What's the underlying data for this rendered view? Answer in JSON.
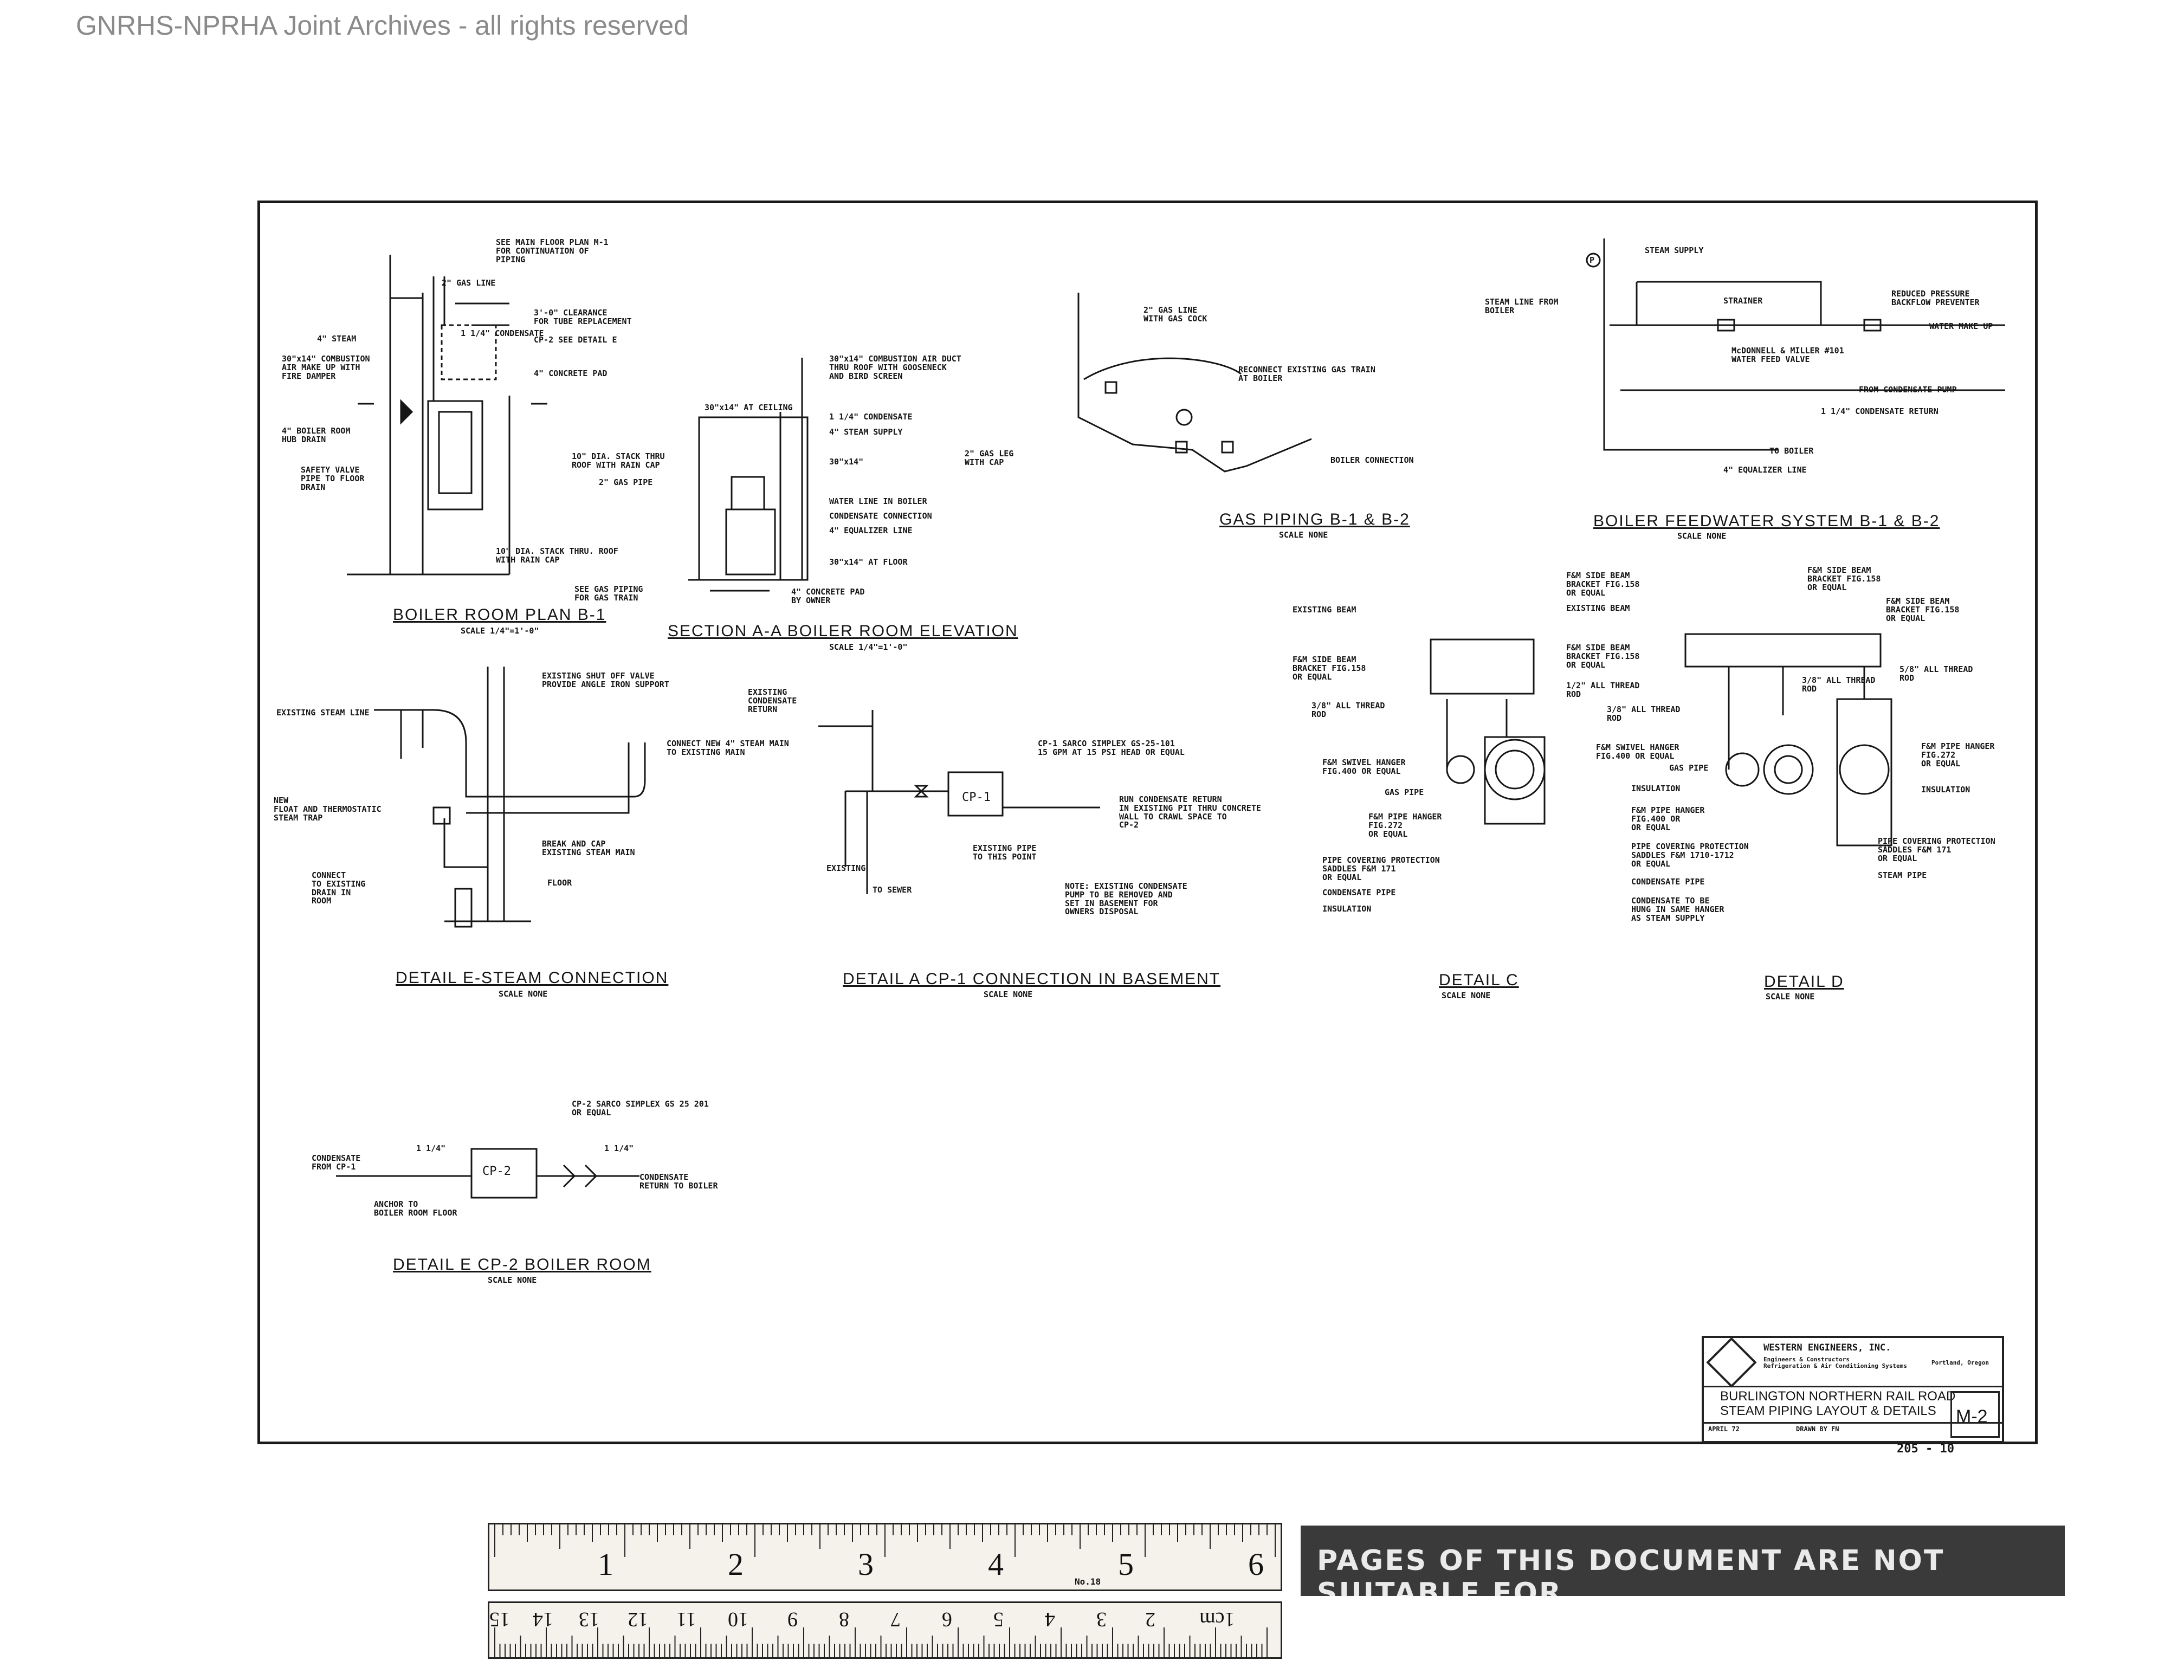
{
  "watermark": "GNRHS-NPRHA Joint Archives - all rights reserved",
  "titles": {
    "plan": "BOILER ROOM PLAN B-1",
    "plan_scale": "SCALE 1/4\"=1'-0\"",
    "section": "SECTION A-A BOILER ROOM ELEVATION",
    "section_scale": "SCALE 1/4\"=1'-0\"",
    "gas": "GAS PIPING B-1 & B-2",
    "gas_scale": "SCALE NONE",
    "feed": "BOILER FEEDWATER SYSTEM B-1 & B-2",
    "feed_scale": "SCALE NONE",
    "detail_e_steam": "DETAIL E-STEAM CONNECTION",
    "detail_e_steam_scale": "SCALE NONE",
    "detail_a": "DETAIL A CP-1 CONNECTION IN BASEMENT",
    "detail_a_scale": "SCALE NONE",
    "detail_c": "DETAIL C",
    "detail_c_scale": "SCALE NONE",
    "detail_d": "DETAIL D",
    "detail_d_scale": "SCALE NONE",
    "detail_e_cp2": "DETAIL E CP-2 BOILER ROOM",
    "detail_e_cp2_scale": "SCALE NONE"
  },
  "plan_labels": {
    "see_main": "SEE MAIN FLOOR PLAN M-1\nFOR CONTINUATION OF\nPIPING",
    "gas_line": "2\" GAS LINE",
    "clearance": "3'-0\" CLEARANCE\nFOR TUBE REPLACEMENT",
    "condensate": "1 1/4\" CONDENSATE",
    "cp2_see": "CP-2 SEE DETAIL E",
    "steam": "4\" STEAM",
    "combustion": "30\"x14\" COMBUSTION\nAIR MAKE UP WITH\nFIRE DAMPER",
    "concrete": "4\" CONCRETE PAD",
    "hub_drain": "4\" BOILER ROOM\nHUB DRAIN",
    "safety": "SAFETY VALVE\nPIPE TO FLOOR\nDRAIN",
    "stack": "10\" DIA. STACK THRU. ROOF\nWITH RAIN CAP"
  },
  "section_labels": {
    "air_duct": "30\"x14\" COMBUSTION AIR DUCT\nTHRU ROOF WITH GOOSENECK\nAND BIRD SCREEN",
    "at_ceiling": "30\"x14\" AT CEILING",
    "condensate": "1 1/4\" CONDENSATE",
    "steam_supply": "4\" STEAM SUPPLY",
    "dim": "30\"x14\"",
    "stack": "10\" DIA. STACK THRU\nROOF WITH RAIN CAP",
    "gas_pipe": "2\" GAS PIPE",
    "water_line": "WATER LINE IN BOILER",
    "cond_conn": "CONDENSATE CONNECTION",
    "equalizer": "4\" EQUALIZER LINE",
    "at_floor": "30\"x14\" AT FLOOR",
    "gas_train": "SEE GAS PIPING\nFOR GAS TRAIN",
    "pad": "4\" CONCRETE PAD\nBY OWNER"
  },
  "gas_labels": {
    "gas_line": "2\" GAS LINE\nWITH GAS COCK",
    "reconnect": "RECONNECT EXISTING GAS TRAIN\nAT BOILER",
    "gas_leg": "2\" GAS LEG\nWITH CAP",
    "boiler_conn": "BOILER CONNECTION"
  },
  "feed_labels": {
    "steam_supply": "STEAM SUPPLY",
    "steam_line": "STEAM LINE FROM\nBOILER",
    "strainer": "STRAINER",
    "reduced": "REDUCED PRESSURE\nBACKFLOW PREVENTER",
    "water_makeup": "WATER MAKE UP",
    "mcdonnell": "McDONNELL & MILLER #101\nWATER FEED VALVE",
    "from_pump": "FROM CONDENSATE PUMP",
    "return": "1 1/4\" CONDENSATE RETURN",
    "to_boiler": "TO BOILER",
    "equalizer": "4\" EQUALIZER LINE",
    "gauge": "P"
  },
  "detail_e_labels": {
    "existing_steam": "EXISTING STEAM LINE",
    "shutoff": "EXISTING SHUT OFF VALVE\nPROVIDE ANGLE IRON SUPPORT",
    "connect_new": "CONNECT NEW 4\" STEAM MAIN\nTO EXISTING MAIN",
    "float_trap": "NEW\nFLOAT AND THERMOSTATIC\nSTEAM TRAP",
    "break_cap": "BREAK AND CAP\nEXISTING STEAM MAIN",
    "connect_drain": "CONNECT\nTO EXISTING\nDRAIN IN\nROOM",
    "floor": "FLOOR"
  },
  "detail_a_labels": {
    "existing_return": "EXISTING\nCONDENSATE\nRETURN",
    "cp1_spec": "CP-1 SARCO SIMPLEX GS-25-101\n15 GPM AT 15 PSI HEAD OR EQUAL",
    "cp1": "CP-1",
    "run": "RUN CONDENSATE RETURN\nIN EXISTING PIT THRU CONCRETE\nWALL TO CRAWL SPACE TO\nCP-2",
    "existing_pipe": "EXISTING PIPE\nTO THIS POINT",
    "existing": "EXISTING",
    "to_sewer": "TO SEWER",
    "note": "NOTE: EXISTING CONDENSATE\nPUMP TO BE REMOVED AND\nSET IN BASEMENT FOR\nOWNERS DISPOSAL"
  },
  "detail_c_labels": {
    "beam": "EXISTING BEAM",
    "bracket": "F&M SIDE BEAM\nBRACKET FIG.158\nOR EQUAL",
    "bracket2": "F&M SIDE BEAM\nBRACKET FIG.158\nOR EQUAL",
    "rod_half": "1/2\" ALL THREAD\nROD",
    "rod_38": "3/8\" ALL THREAD\nROD",
    "swivel": "F&M SWIVEL HANGER\nFIG.400 OR EQUAL",
    "gas_pipe": "GAS PIPE",
    "pipe_hanger": "F&M PIPE HANGER\nFIG.272\nOR EQUAL",
    "covering": "PIPE COVERING PROTECTION\nSADDLES F&M 171\nOR EQUAL",
    "cond_pipe": "CONDENSATE PIPE",
    "insulation": "INSULATION"
  },
  "detail_d_labels": {
    "bracket_a": "F&M SIDE BEAM\nBRACKET FIG.158\nOR EQUAL",
    "beam": "EXISTING BEAM",
    "bracket_b": "F&M SIDE BEAM\nBRACKET FIG.158\nOR EQUAL",
    "bracket_c": "F&M SIDE BEAM\nBRACKET FIG.158\nOR EQUAL",
    "rod_38": "3/8\" ALL THREAD\nROD",
    "rod_38b": "3/8\" ALL THREAD\nROD",
    "rod_58": "5/8\" ALL THREAD\nROD",
    "swivel": "F&M SWIVEL HANGER\nFIG.400 OR EQUAL",
    "pipe_hanger_r": "F&M PIPE HANGER\nFIG.272\nOR EQUAL",
    "gas_pipe": "GAS PIPE",
    "insulation": "INSULATION",
    "insulation_r": "INSULATION",
    "pipe_hanger": "F&M PIPE HANGER\nFIG.400 OR\nOR EQUAL",
    "covering": "PIPE COVERING PROTECTION\nSADDLES F&M 1710-1712\nOR EQUAL",
    "covering_r": "PIPE COVERING PROTECTION\nSADDLES F&M 171\nOR EQUAL",
    "cond_pipe": "CONDENSATE PIPE",
    "steam_pipe": "STEAM PIPE",
    "hung": "CONDENSATE TO BE\nHUNG IN SAME HANGER\nAS STEAM SUPPLY"
  },
  "cp2_labels": {
    "spec": "CP-2 SARCO SIMPLEX GS 25 201\nOR EQUAL",
    "from": "CONDENSATE\nFROM CP-1",
    "cp2": "CP-2",
    "return": "CONDENSATE\nRETURN TO BOILER",
    "anchor": "ANCHOR TO\nBOILER ROOM FLOOR",
    "size_a": "1 1/4\"",
    "size_b": "1 1/4\""
  },
  "title_block": {
    "company": "WESTERN ENGINEERS, INC.",
    "tagline": "Engineers & Constructors\nRefrigeration & Air Conditioning Systems",
    "city": "Portland, Oregon",
    "project": "BURLINGTON NORTHERN RAIL ROAD",
    "sheet_title": "STEAM PIPING LAYOUT & DETAILS",
    "drawn": "DRAWN BY FN",
    "date": "APRIL 72",
    "sheet_no": "M-2",
    "page_mark": "205 - 10"
  },
  "ruler": {
    "inches": [
      "1",
      "2",
      "3",
      "4",
      "5",
      "6"
    ],
    "cm": [
      "1cm",
      "2",
      "3",
      "4",
      "5",
      "6",
      "7",
      "8",
      "9",
      "10",
      "11",
      "12",
      "13",
      "14",
      "15"
    ],
    "model": "No.18"
  },
  "stamp_text": "PAGES OF THIS DOCUMENT ARE NOT SUITABLE FOR"
}
